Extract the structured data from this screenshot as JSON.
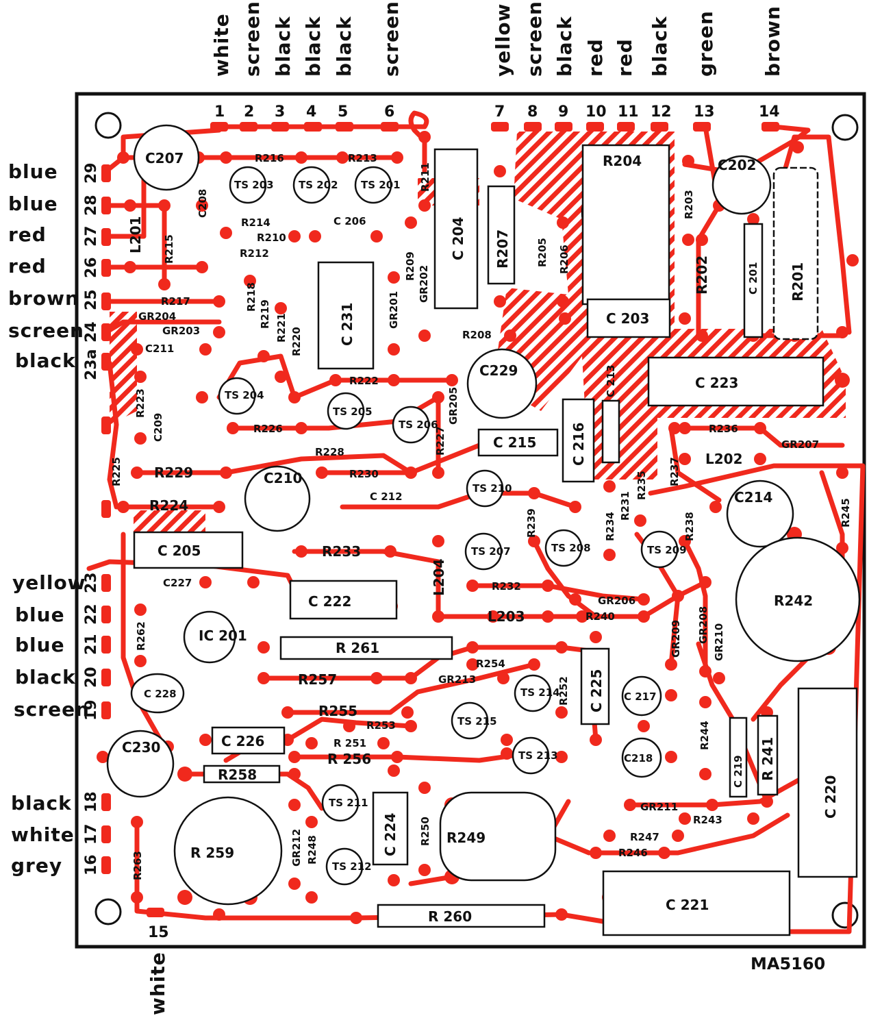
{
  "board": {
    "reference": "MA5160",
    "colors": {
      "copper": "#f0291d",
      "outline": "#111111",
      "background": "#ffffff"
    }
  },
  "top_connectors": [
    {
      "num": "1",
      "wire": "white"
    },
    {
      "num": "2",
      "wire": "screen"
    },
    {
      "num": "3",
      "wire": "black"
    },
    {
      "num": "4",
      "wire": "black"
    },
    {
      "num": "5",
      "wire": "black"
    },
    {
      "num": "6",
      "wire": "screen"
    },
    {
      "num": "7",
      "wire": "yellow"
    },
    {
      "num": "8",
      "wire": "screen"
    },
    {
      "num": "9",
      "wire": "black"
    },
    {
      "num": "10",
      "wire": "red"
    },
    {
      "num": "11",
      "wire": "red"
    },
    {
      "num": "12",
      "wire": "black"
    },
    {
      "num": "13",
      "wire": "green"
    },
    {
      "num": "14",
      "wire": "brown"
    }
  ],
  "left_connectors": [
    {
      "num": "29",
      "wire": "blue"
    },
    {
      "num": "28",
      "wire": "blue"
    },
    {
      "num": "27",
      "wire": "red"
    },
    {
      "num": "26",
      "wire": "red"
    },
    {
      "num": "25",
      "wire": "brown"
    },
    {
      "num": "24",
      "wire": "screen"
    },
    {
      "num": "23a",
      "wire": "black"
    },
    {
      "num": "23",
      "wire": "yellow"
    },
    {
      "num": "22",
      "wire": "blue"
    },
    {
      "num": "21",
      "wire": "blue"
    },
    {
      "num": "20",
      "wire": "black"
    },
    {
      "num": "19",
      "wire": "screen"
    },
    {
      "num": "18",
      "wire": "black"
    },
    {
      "num": "17",
      "wire": "white"
    },
    {
      "num": "16",
      "wire": "grey"
    }
  ],
  "bottom_connectors": [
    {
      "num": "15",
      "wire": "white"
    }
  ],
  "components": {
    "C207": "C207",
    "C208": "C208",
    "R216": "R216",
    "R213": "R213",
    "R211": "R211",
    "TS203": "TS 203",
    "TS202": "TS 202",
    "TS201": "TS 201",
    "C204": "C 204",
    "R207": "R207",
    "R205": "R205",
    "R206": "R206",
    "R204": "R204",
    "R203": "R203",
    "C202": "C202",
    "R201": "R201",
    "L201": "L201",
    "R215": "R215",
    "R214": "R214",
    "C206": "C 206",
    "R210": "R210",
    "R212": "R212",
    "R209": "R209",
    "GR202": "GR202",
    "R202": "R202",
    "C201": "C 201",
    "R217": "R217",
    "GR204": "GR204",
    "GR203": "GR203",
    "C211": "C211",
    "R218": "R218",
    "R219": "R219",
    "R221": "R221",
    "R220": "R220",
    "C231": "C 231",
    "GR201": "GR201",
    "R208": "R208",
    "C203": "C 203",
    "R223": "R223",
    "C209": "C209",
    "TS204": "TS 204",
    "R222": "R222",
    "TS205": "TS 205",
    "TS206": "TS 206",
    "GR205": "GR205",
    "C229": "C229",
    "C213": "C 213",
    "C223": "C 223",
    "R225": "R225",
    "R226": "R226",
    "R227": "R227",
    "C215": "C 215",
    "C216": "C 216",
    "R236": "R236",
    "GR207": "GR207",
    "R237": "R237",
    "L202": "L202",
    "R229": "R229",
    "C210": "C210",
    "R228": "R228",
    "R230": "R230",
    "C212": "C 212",
    "TS210": "TS 210",
    "R234": "R234",
    "R231": "R231",
    "R235": "R235",
    "C214": "C214",
    "R245": "R245",
    "R224": "R224",
    "C205": "C 205",
    "R233": "R233",
    "L204": "L204",
    "TS207": "TS 207",
    "R239": "R239",
    "TS208": "TS 208",
    "TS209": "TS 209",
    "R238": "R238",
    "R242": "R242",
    "C227": "C227",
    "C222": "C 222",
    "R232": "R232",
    "GR206": "GR206",
    "IC201": "IC 201",
    "R262": "R262",
    "L203": "L203",
    "R240": "R240",
    "GR209": "GR209",
    "GR208": "GR208",
    "GR210": "GR210",
    "R261": "R 261",
    "R254": "R254",
    "R252": "R252",
    "C225": "C 225",
    "R257": "R257",
    "GR213": "GR213",
    "TS214": "TS 214",
    "C217": "C 217",
    "C228": "C 228",
    "R255": "R255",
    "R253": "R253",
    "TS215": "TS 215",
    "R244": "R244",
    "C219": "C 219",
    "R241": "R 241",
    "C226": "C 226",
    "R251": "R 251",
    "R256": "R 256",
    "TS213": "TS 213",
    "C218": "C218",
    "C230": "C230",
    "R258": "R258",
    "C220": "C 220",
    "TS211": "TS 211",
    "GR211": "GR211",
    "R243": "R243",
    "C224": "C 224",
    "R250": "R250",
    "R249": "R249",
    "R247": "R247",
    "R246": "R246",
    "R259": "R 259",
    "R263": "R263",
    "GR212": "GR212",
    "R248": "R248",
    "TS212": "TS 212",
    "R260": "R 260",
    "C221": "C 221"
  }
}
